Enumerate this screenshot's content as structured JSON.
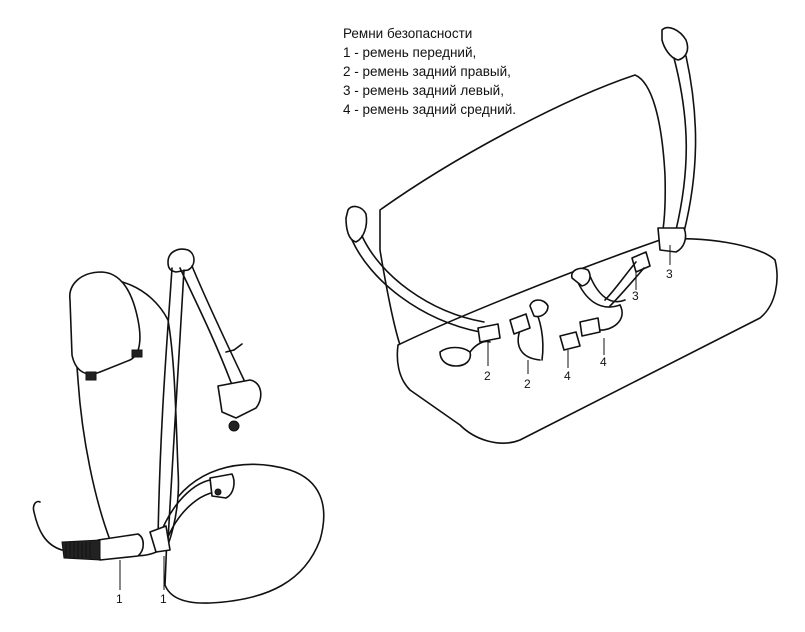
{
  "legend": {
    "title": "Ремни безопасности",
    "items": [
      "1 - ремень передний,",
      "2 - ремень задний правый,",
      "3 - ремень задний левый,",
      "4 - ремень задний средний."
    ]
  },
  "callouts": {
    "front_a": "1",
    "front_b": "1",
    "rear_right_a": "2",
    "rear_right_b": "2",
    "rear_left_a": "3",
    "rear_left_b": "3",
    "rear_middle_a": "4",
    "rear_middle_b": "4"
  }
}
